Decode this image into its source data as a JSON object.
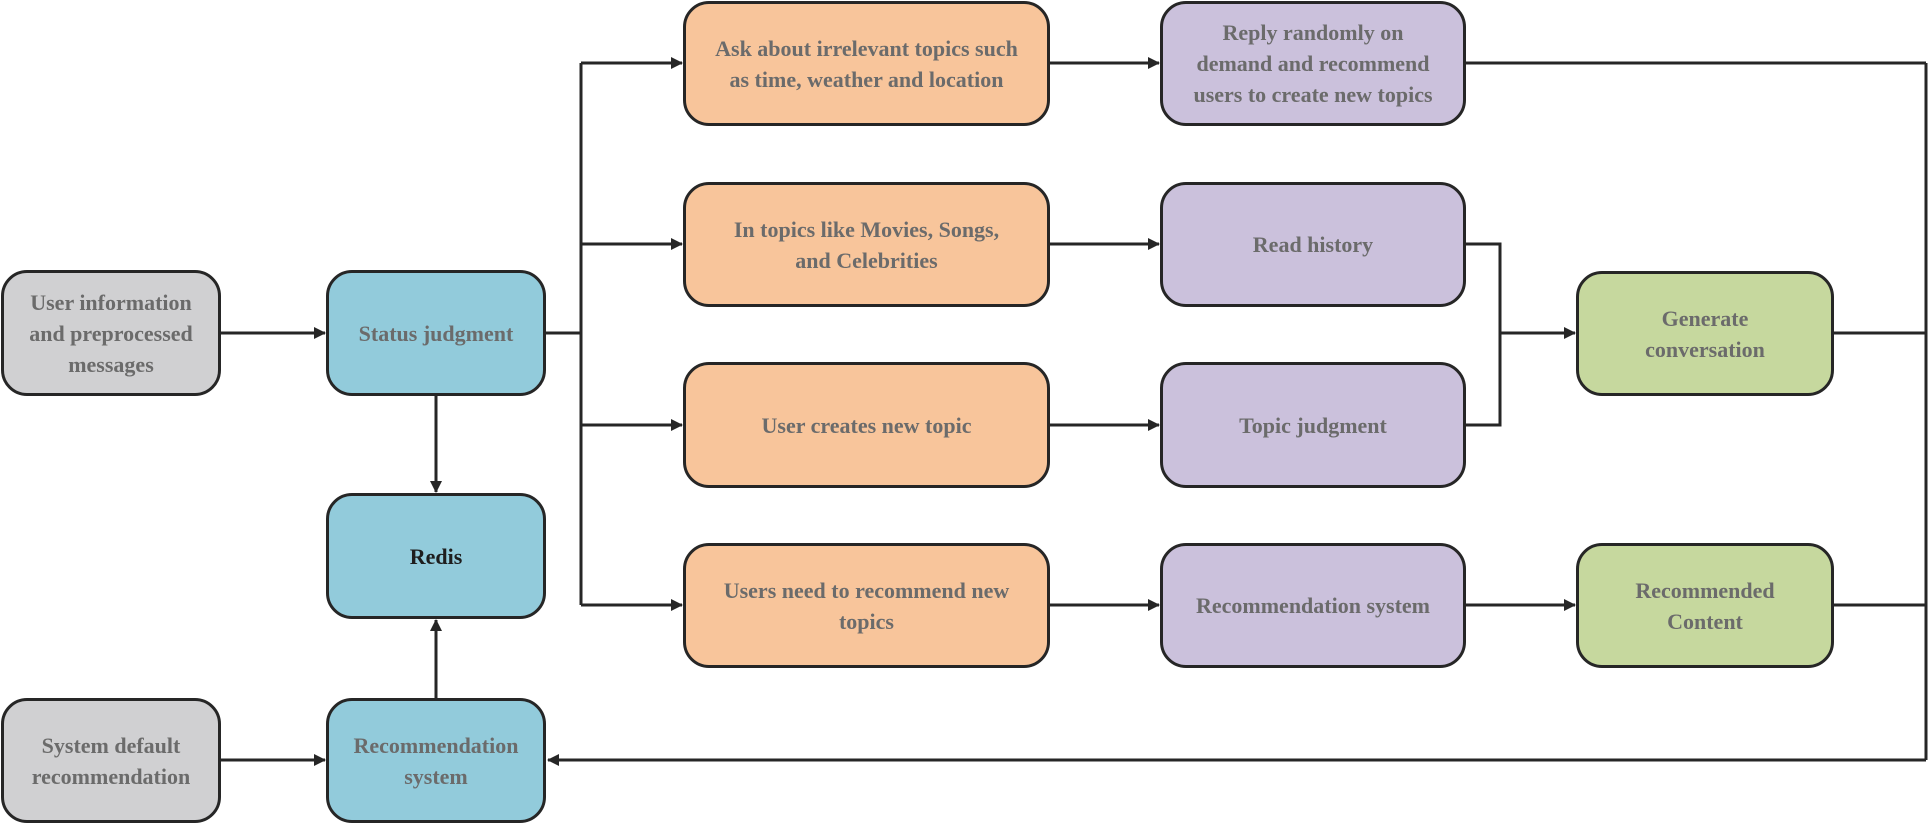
{
  "nodes": {
    "user_info": "User information\nand preprocessed\nmessages",
    "system_default": "System default\nrecommendation",
    "status_judgment": "Status judgment",
    "redis": "Redis",
    "recommendation_system_left": "Recommendation\nsystem",
    "irrelevant_topics": "Ask about irrelevant topics such\nas time, weather and location",
    "topics_like": "In topics like Movies, Songs,\nand Celebrities",
    "user_creates_topic": "User creates new topic",
    "users_need_recommend": "Users need to recommend new\ntopics",
    "reply_randomly": "Reply randomly on\ndemand and recommend\nusers to create new topics",
    "read_history": "Read history",
    "topic_judgment": "Topic judgment",
    "recommendation_system_mid": "Recommendation system",
    "generate_conversation": "Generate\nconversation",
    "recommended_content": "Recommended\nContent"
  },
  "colors": {
    "gray_fill": "#d0d0d2",
    "blue_fill": "#92cbdb",
    "orange_fill": "#f8c59b",
    "purple_fill": "#cbc1dc",
    "green_fill": "#c6d89e",
    "stroke": "#262626",
    "text": "#6b6b6b"
  }
}
